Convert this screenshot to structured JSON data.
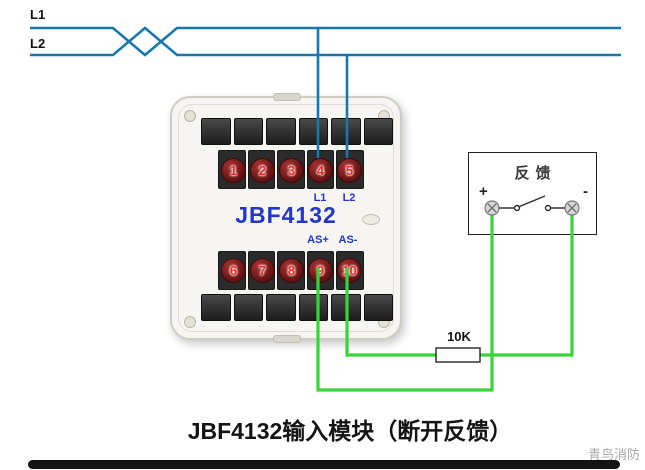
{
  "bus": {
    "l1_label": "L1",
    "l2_label": "L2"
  },
  "module": {
    "model": "JBF4132",
    "top_terminals": [
      "1",
      "2",
      "3",
      "4",
      "5"
    ],
    "bottom_terminals": [
      "6",
      "7",
      "8",
      "9",
      "10"
    ],
    "terminal_l1": "L1",
    "terminal_l2": "L2",
    "as_plus": "AS+",
    "as_minus": "AS-"
  },
  "feedback_box": {
    "title": "反馈",
    "plus": "+",
    "minus": "-"
  },
  "resistor": {
    "label": "10K"
  },
  "caption": "JBF4132输入模块（断开反馈）",
  "watermark": "青鸟消防",
  "colors": {
    "wire_blue": "#1878ad",
    "wire_green": "#38d438",
    "label_blue": "#2236c8",
    "number_red": "#ef2a1e"
  }
}
